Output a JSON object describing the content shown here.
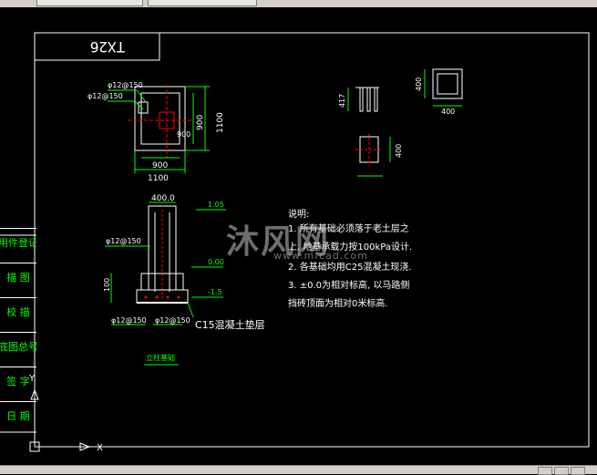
{
  "drawing": {
    "title_id": "TX26",
    "plan_labels": {
      "rebar_top_a": "φ12@150",
      "rebar_top_b": "φ12@150",
      "dim_900_h": "900",
      "dim_1100_h": "1100",
      "dim_900_v": "900",
      "dim_1100_v": "1100",
      "dim_900_inner": "900"
    },
    "section_labels": {
      "dim_400": "400.0",
      "lvl_top": "1.05",
      "lvl_zero": "0.00",
      "lvl_bottom": "-1.5",
      "rebar_side": "φ12@150",
      "rebar_bottom_a": "φ12@150",
      "rebar_bottom_b": "φ12@150",
      "dim_100": "100",
      "concrete_note": "C15混凝土垫层",
      "caption": "立柱基础"
    },
    "column_labels": {
      "dim_417": "417",
      "dim_400_a": "400",
      "dim_400_b": "400",
      "dim_400_c": "400"
    },
    "notes": {
      "header": "说明:",
      "line1": "1. 所有基础必须落于老土层之",
      "line2": "上, 地基承载力按100kPa设计.",
      "line3": "2. 各基础均用C25混凝土现浇.",
      "line4": "3. ±0.0为相对标高, 以马路侧",
      "line5": "挡砖顶面为相对0米标高."
    },
    "watermark": {
      "text": "沐风网",
      "sub": "www.mfcad.com"
    }
  },
  "title_block": {
    "rows": [
      "用件登记",
      "描 图",
      "校 描",
      "底图总号",
      "签 字",
      "日 期"
    ]
  },
  "colors": {
    "frame": "#ffffff",
    "dim": "#00ff00",
    "rebar": "#ff0000",
    "text": "#ffffff",
    "cyan": "#00ffff"
  },
  "icons": {
    "ucs": "ucs-axis-icon",
    "crosshair": "crosshair-icon"
  }
}
